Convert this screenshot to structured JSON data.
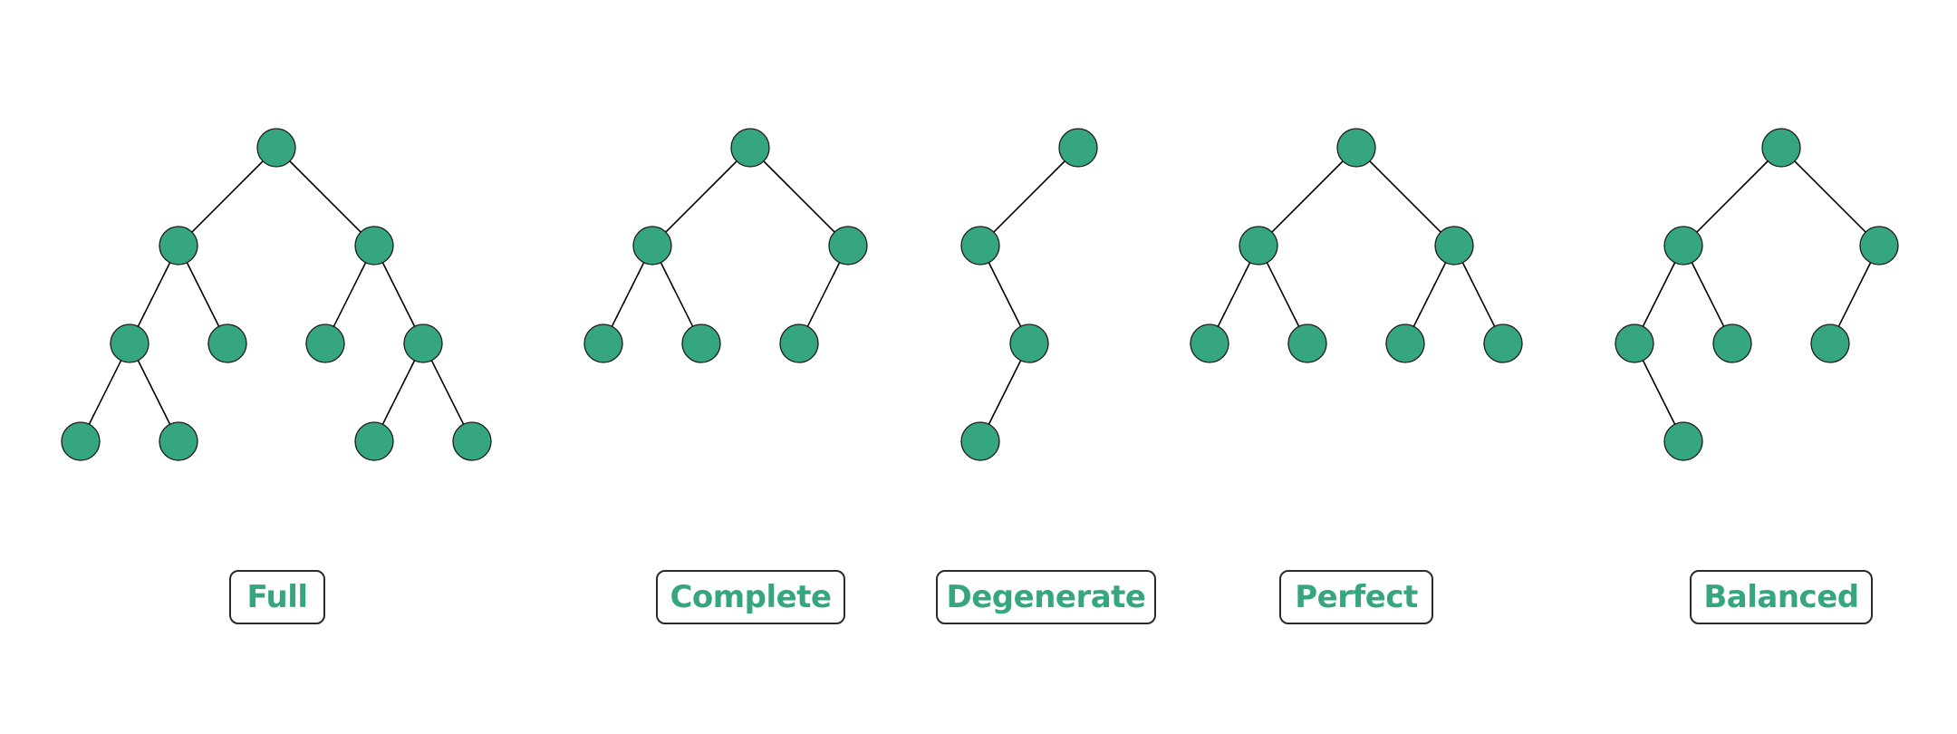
{
  "colors": {
    "node_fill": "#35a67f",
    "label_text": "#35a67f",
    "edge": "#000000"
  },
  "trees": [
    {
      "id": "full",
      "label": "Full",
      "nodes": [
        "root",
        "L",
        "R",
        "LL",
        "LR",
        "RL",
        "RR",
        "LLL",
        "LLR",
        "RRL",
        "RRR"
      ],
      "edges": [
        [
          "root",
          "L"
        ],
        [
          "root",
          "R"
        ],
        [
          "L",
          "LL"
        ],
        [
          "L",
          "LR"
        ],
        [
          "R",
          "RL"
        ],
        [
          "R",
          "RR"
        ],
        [
          "LL",
          "LLL"
        ],
        [
          "LL",
          "LLR"
        ],
        [
          "RR",
          "RRL"
        ],
        [
          "RR",
          "RRR"
        ]
      ]
    },
    {
      "id": "complete",
      "label": "Complete",
      "nodes": [
        "root",
        "L",
        "R",
        "LL",
        "LR",
        "RL"
      ],
      "edges": [
        [
          "root",
          "L"
        ],
        [
          "root",
          "R"
        ],
        [
          "L",
          "LL"
        ],
        [
          "L",
          "LR"
        ],
        [
          "R",
          "RL"
        ]
      ]
    },
    {
      "id": "degenerate",
      "label": "Degenerate",
      "nodes": [
        "root",
        "L",
        "LR",
        "LRL"
      ],
      "edges": [
        [
          "root",
          "L"
        ],
        [
          "L",
          "LR"
        ],
        [
          "LR",
          "LRL"
        ]
      ]
    },
    {
      "id": "perfect",
      "label": "Perfect",
      "nodes": [
        "root",
        "L",
        "R",
        "LL",
        "LR",
        "RL",
        "RR"
      ],
      "edges": [
        [
          "root",
          "L"
        ],
        [
          "root",
          "R"
        ],
        [
          "L",
          "LL"
        ],
        [
          "L",
          "LR"
        ],
        [
          "R",
          "RL"
        ],
        [
          "R",
          "RR"
        ]
      ]
    },
    {
      "id": "balanced",
      "label": "Balanced",
      "nodes": [
        "root",
        "L",
        "R",
        "LL",
        "LR",
        "RL",
        "LLR"
      ],
      "edges": [
        [
          "root",
          "L"
        ],
        [
          "root",
          "R"
        ],
        [
          "L",
          "LL"
        ],
        [
          "L",
          "LR"
        ],
        [
          "R",
          "RL"
        ],
        [
          "LL",
          "LLR"
        ]
      ]
    }
  ]
}
